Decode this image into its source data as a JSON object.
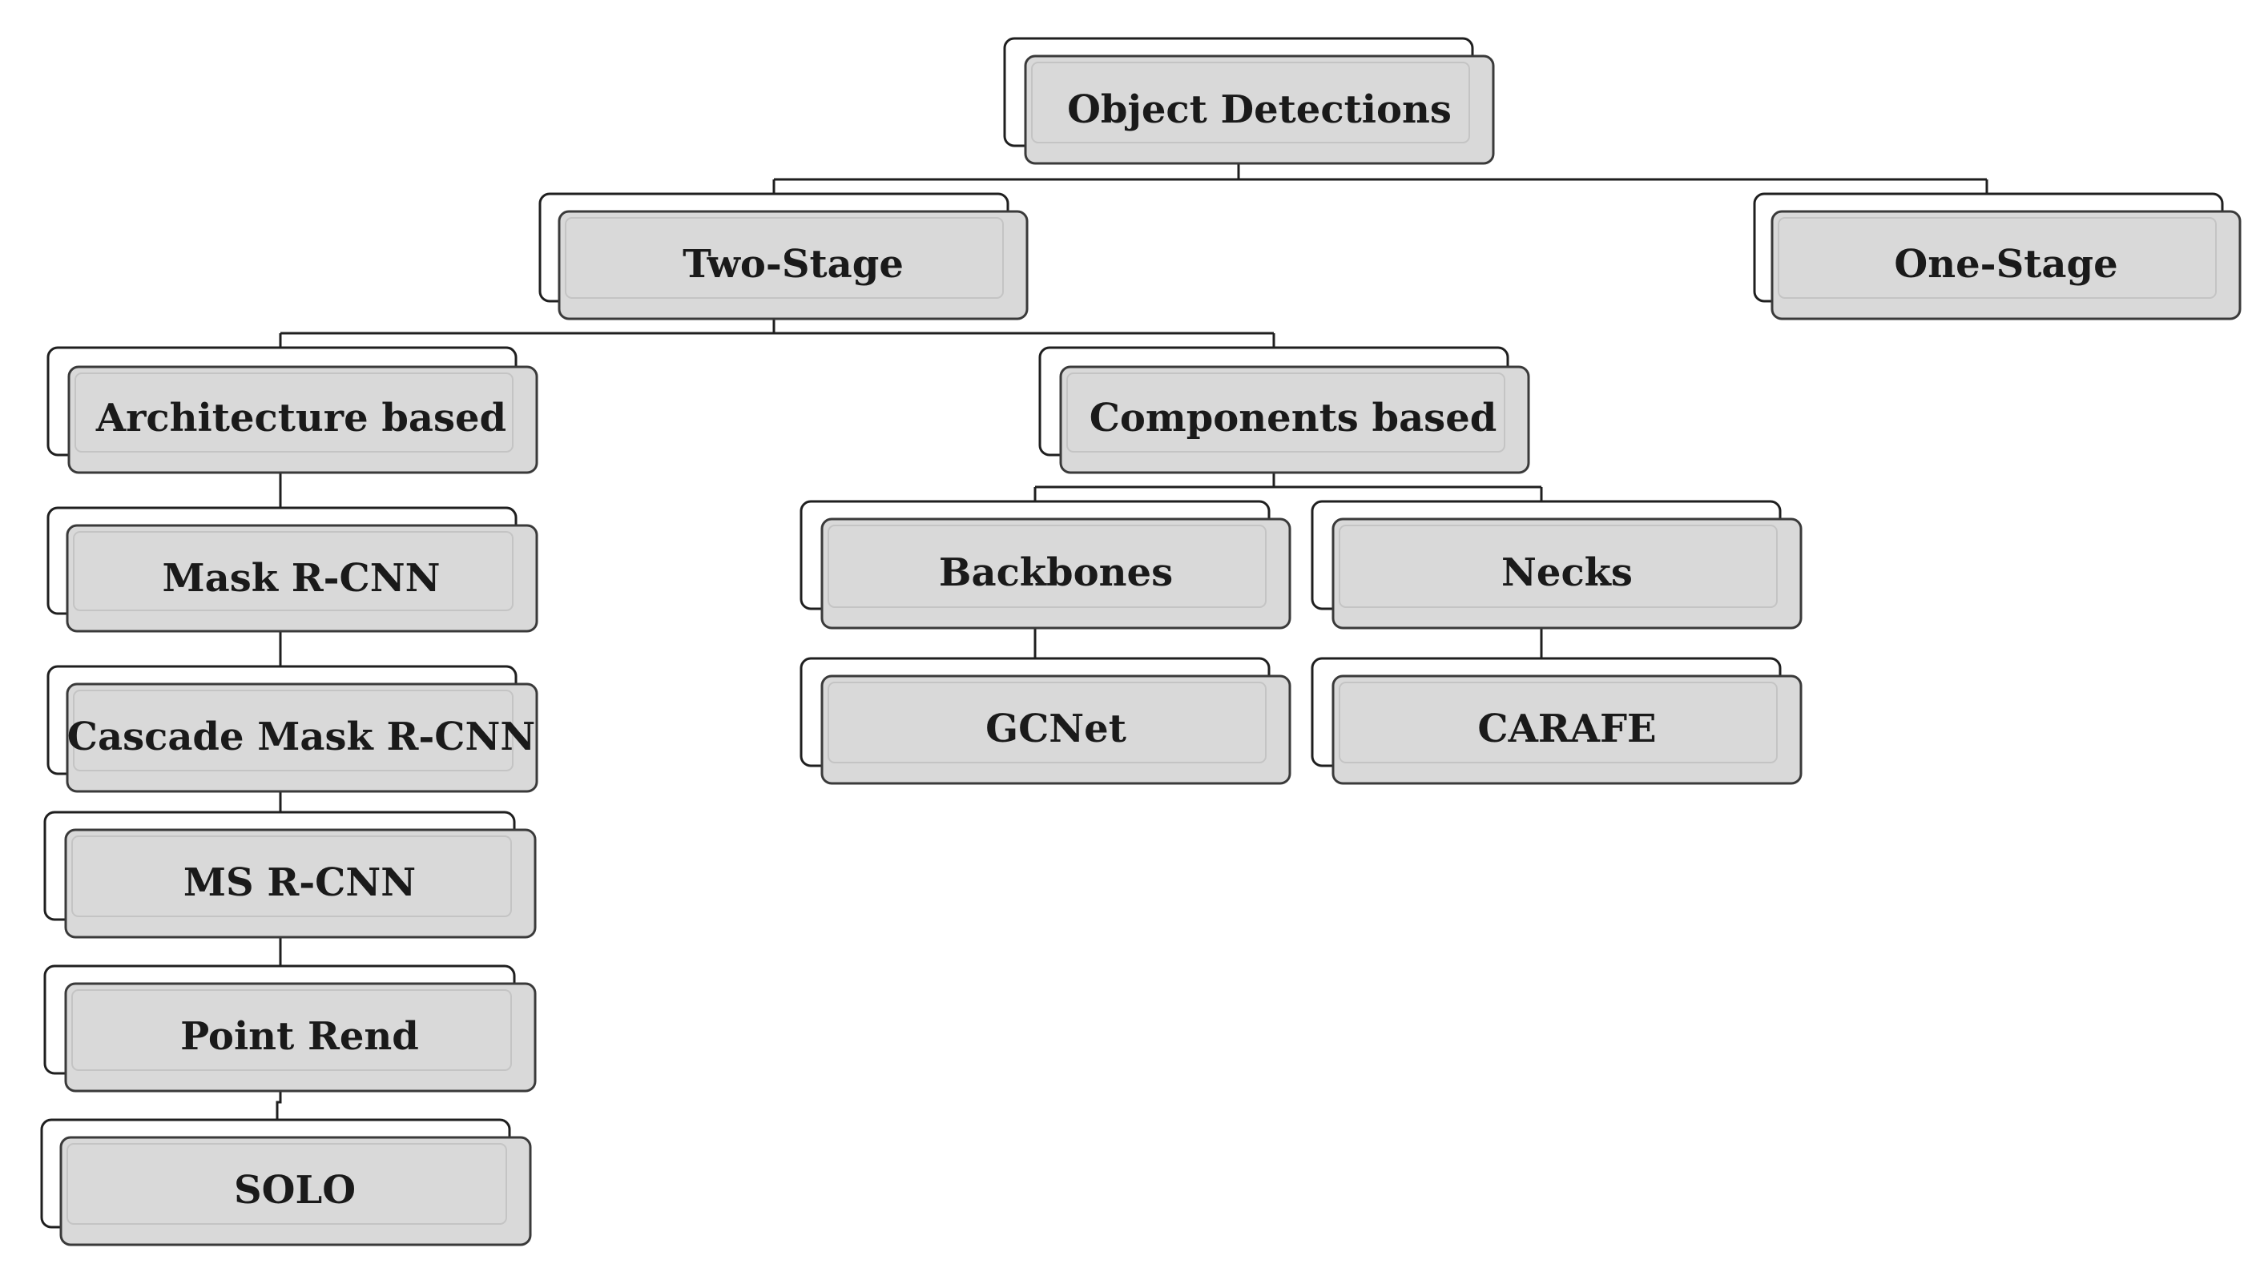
{
  "diagram": {
    "root": {
      "label": "Object Detections",
      "children": {
        "two_stage": {
          "label": "Two-Stage",
          "architecture_based": {
            "label": "Architecture based",
            "items": [
              "Mask R-CNN",
              "Cascade Mask R-CNN",
              "MS R-CNN",
              "Point Rend",
              "SOLO"
            ]
          },
          "components_based": {
            "label": "Components based",
            "backbones": {
              "label": "Backbones",
              "items": [
                "GCNet"
              ]
            },
            "necks": {
              "label": "Necks",
              "items": [
                "CARAFE"
              ]
            }
          }
        },
        "one_stage": {
          "label": "One-Stage"
        }
      }
    },
    "colors": {
      "node_fill": "#d9d9d9",
      "node_border": "#3a3a3a",
      "back_card_fill": "#ffffff",
      "connector": "#1f1f1f",
      "text": "#1a1a1a"
    }
  }
}
